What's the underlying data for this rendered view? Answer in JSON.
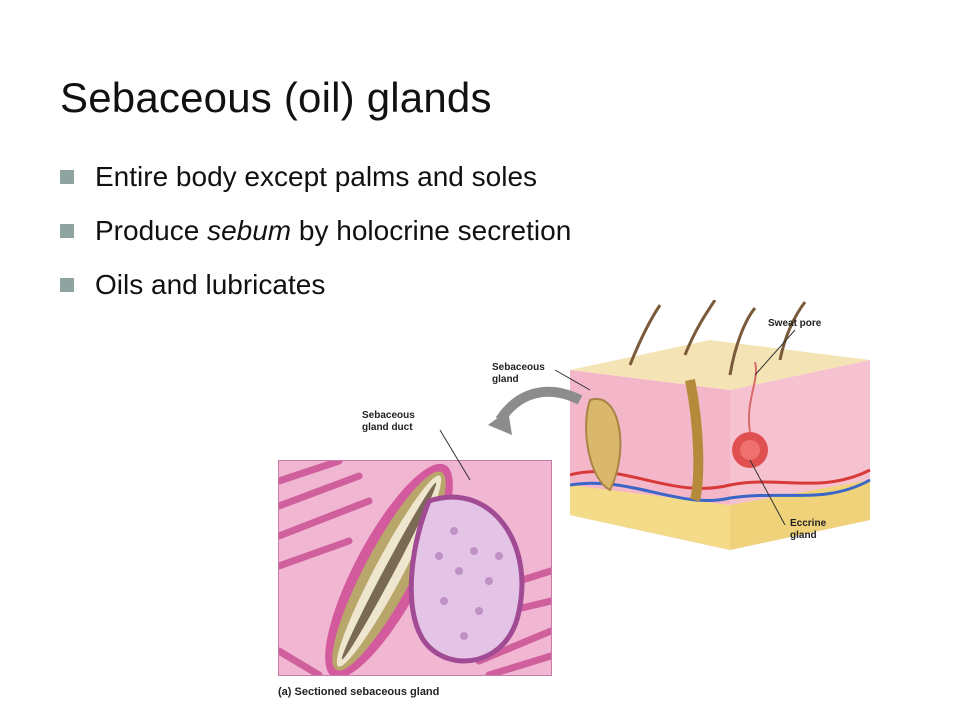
{
  "slide": {
    "title": "Sebaceous (oil) glands",
    "bullets": [
      "Entire body except palms and soles",
      {
        "pre": "Produce ",
        "emph": "sebum",
        "post": " by holocrine secretion"
      },
      "Oils and lubricates"
    ]
  },
  "figure": {
    "labels": {
      "sweat_pore": "Sweat pore",
      "sebaceous_gland": [
        "Sebaceous",
        "gland"
      ],
      "sebaceous_gland_duct": [
        "Sebaceous",
        "gland duct"
      ],
      "eccrine_gland": [
        "Eccrine",
        "gland"
      ]
    },
    "caption": "(a) Sectioned sebaceous gland"
  },
  "colors": {
    "bullet_marker": "#8fa3a0",
    "tissue_pink": "#e77fb4",
    "gland_tan": "#d9b86c",
    "arrow_gray": "#8c8c8c"
  }
}
